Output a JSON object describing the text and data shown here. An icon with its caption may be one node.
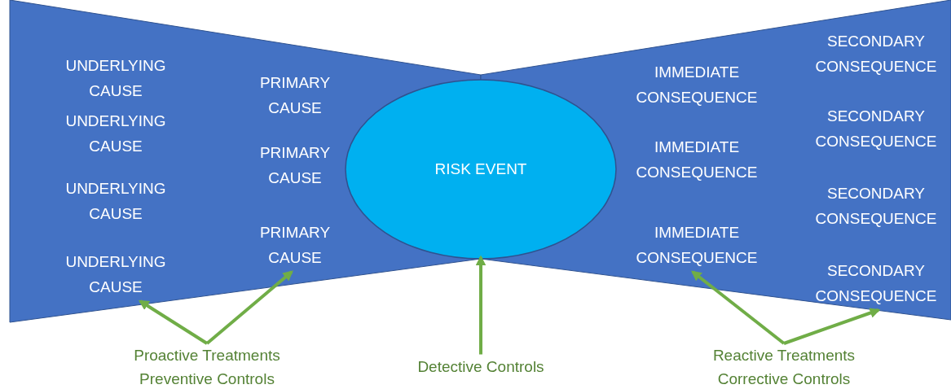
{
  "diagram": {
    "nodes": [
      {
        "text": [],
        "shape": "trapezoid"
      },
      {
        "text": [
          "UNDERLYING CAUSE"
        ],
        "in": 0
      },
      {
        "text": [
          "UNDERLYING CAUSE"
        ],
        "in": 0
      },
      {
        "text": [
          "UNDERLYING CAUSE"
        ],
        "in": 0
      },
      {
        "text": [
          "UNDERLYING CAUSE"
        ],
        "in": 0
      },
      {
        "text": [
          "PRIMARY CAUSE"
        ],
        "in": 0
      },
      {
        "text": [
          "PRIMARY CAUSE"
        ],
        "in": 0
      },
      {
        "text": [
          "PRIMARY CAUSE"
        ],
        "in": 0
      },
      {
        "text": [
          "RISK EVENT"
        ]
      },
      {
        "text": [],
        "shape": "trapezoid"
      },
      {
        "text": [
          "IMMEDIATE CONSEQUENCE"
        ],
        "in": 9
      },
      {
        "text": [
          "IMMEDIATE CONSEQUENCE"
        ],
        "in": 9
      },
      {
        "text": [
          "IMMEDIATE CONSEQUENCE"
        ],
        "in": 9
      },
      {
        "text": [
          "SECONDARY CONSEQUENCE"
        ],
        "in": 9
      },
      {
        "text": [
          "SECONDARY CONSEQUENCE"
        ],
        "in": 9
      },
      {
        "text": [
          "SECONDARY CONSEQUENCE"
        ],
        "in": 9
      },
      {
        "text": [
          "SECONDARY CONSEQUENCE"
        ],
        "in": 9
      },
      {
        "text": [
          "Proactive Treatments Preventive Controls"
        ]
      },
      {
        "text": [
          "Detective Controls"
        ]
      },
      {
        "text": [
          "Reactive Treatments Corrective Controls"
        ]
      }
    ],
    "edges": [
      {
        "from": 17,
        "to": 4,
        "arrow": "to"
      },
      {
        "from": 17,
        "to": 7,
        "arrow": "to"
      },
      {
        "from": 18,
        "to": 8,
        "arrow": "to"
      },
      {
        "from": 19,
        "to": 12,
        "arrow": "to"
      },
      {
        "from": 19,
        "to": 16,
        "arrow": "to"
      }
    ]
  }
}
